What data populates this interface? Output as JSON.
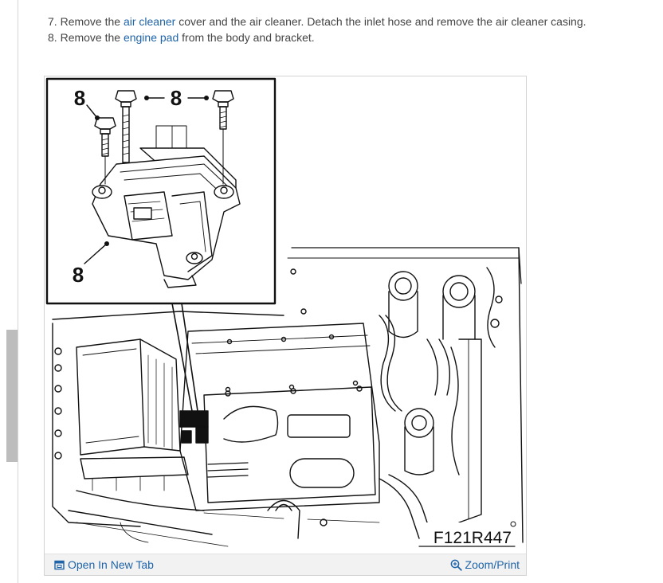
{
  "steps": [
    {
      "number": "7.",
      "pre": "Remove the ",
      "link": "air cleaner",
      "post": " cover and the air cleaner. Detach the inlet hose and remove the air cleaner casing."
    },
    {
      "number": "8.",
      "pre": "Remove the ",
      "link": "engine pad",
      "post": " from the body and bracket."
    }
  ],
  "figure": {
    "callout_number": "8",
    "figure_code": "F121R447",
    "open_tab_label": "Open In New Tab",
    "zoom_label": "Zoom/Print",
    "open_tab_icon": "open-new-tab-icon",
    "zoom_icon": "zoom-in-icon"
  },
  "colors": {
    "link": "#1f64a8",
    "text": "#444444",
    "footer_bg": "#f2f2f2"
  }
}
